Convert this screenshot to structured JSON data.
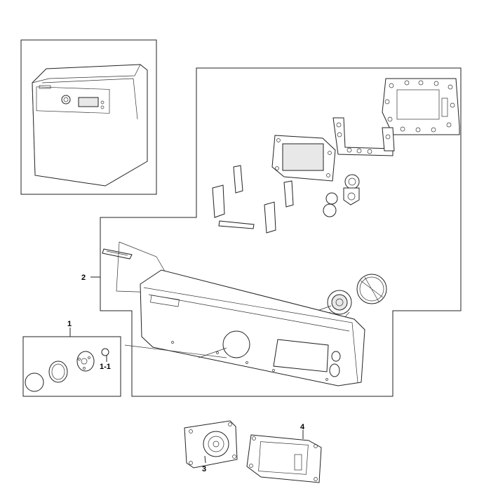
{
  "callouts": {
    "c1": "1",
    "c1_1": "1-1",
    "c2": "2",
    "c3": "3",
    "c4": "4"
  }
}
